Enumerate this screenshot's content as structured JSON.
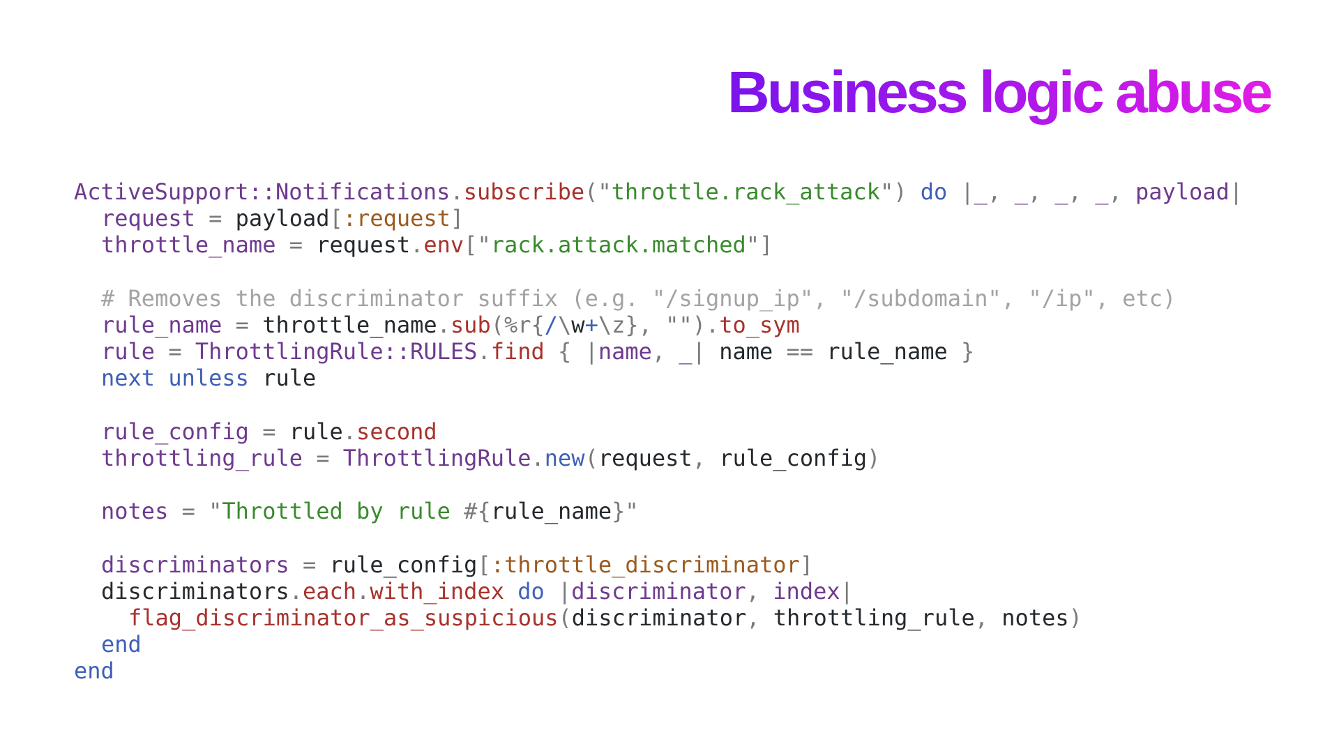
{
  "title": "Business logic abuse",
  "code": {
    "lines": [
      {
        "indent": 0,
        "tokens": [
          {
            "c": "var",
            "t": "ActiveSupport::Notifications"
          },
          {
            "c": "pun",
            "t": "."
          },
          {
            "c": "meth",
            "t": "subscribe"
          },
          {
            "c": "pun",
            "t": "("
          },
          {
            "c": "pun",
            "t": "\""
          },
          {
            "c": "str",
            "t": "throttle.rack_attack"
          },
          {
            "c": "pun",
            "t": "\")"
          },
          {
            "c": "txt",
            "t": " "
          },
          {
            "c": "kw",
            "t": "do"
          },
          {
            "c": "txt",
            "t": " "
          },
          {
            "c": "pun",
            "t": "|"
          },
          {
            "c": "var",
            "t": "_"
          },
          {
            "c": "pun",
            "t": ", "
          },
          {
            "c": "var",
            "t": "_"
          },
          {
            "c": "pun",
            "t": ", "
          },
          {
            "c": "var",
            "t": "_"
          },
          {
            "c": "pun",
            "t": ", "
          },
          {
            "c": "var",
            "t": "_"
          },
          {
            "c": "pun",
            "t": ", "
          },
          {
            "c": "var",
            "t": "payload"
          },
          {
            "c": "pun",
            "t": "|"
          }
        ]
      },
      {
        "indent": 1,
        "tokens": [
          {
            "c": "var",
            "t": "request"
          },
          {
            "c": "pun",
            "t": " = "
          },
          {
            "c": "txt",
            "t": "payload"
          },
          {
            "c": "pun",
            "t": "["
          },
          {
            "c": "sym",
            "t": ":request"
          },
          {
            "c": "pun",
            "t": "]"
          }
        ]
      },
      {
        "indent": 1,
        "tokens": [
          {
            "c": "var",
            "t": "throttle_name"
          },
          {
            "c": "pun",
            "t": " = "
          },
          {
            "c": "txt",
            "t": "request"
          },
          {
            "c": "pun",
            "t": "."
          },
          {
            "c": "meth",
            "t": "env"
          },
          {
            "c": "pun",
            "t": "[\""
          },
          {
            "c": "str",
            "t": "rack.attack.matched"
          },
          {
            "c": "pun",
            "t": "\"]"
          }
        ]
      },
      {
        "indent": 1,
        "tokens": []
      },
      {
        "indent": 1,
        "tokens": [
          {
            "c": "cmt",
            "t": "# Removes the discriminator suffix (e.g. \"/signup_ip\", \"/subdomain\", \"/ip\", etc)"
          }
        ]
      },
      {
        "indent": 1,
        "tokens": [
          {
            "c": "var",
            "t": "rule_name"
          },
          {
            "c": "pun",
            "t": " = "
          },
          {
            "c": "txt",
            "t": "throttle_name"
          },
          {
            "c": "pun",
            "t": "."
          },
          {
            "c": "meth",
            "t": "sub"
          },
          {
            "c": "pun",
            "t": "(%r{"
          },
          {
            "c": "kw",
            "t": "/"
          },
          {
            "c": "pun",
            "t": "\\"
          },
          {
            "c": "txt",
            "t": "w"
          },
          {
            "c": "kw",
            "t": "+"
          },
          {
            "c": "pun",
            "t": "\\z}, \"\")"
          },
          {
            "c": "pun",
            "t": "."
          },
          {
            "c": "meth",
            "t": "to_sym"
          }
        ]
      },
      {
        "indent": 1,
        "tokens": [
          {
            "c": "var",
            "t": "rule"
          },
          {
            "c": "pun",
            "t": " = "
          },
          {
            "c": "var",
            "t": "ThrottlingRule::RULES"
          },
          {
            "c": "pun",
            "t": "."
          },
          {
            "c": "meth",
            "t": "find"
          },
          {
            "c": "pun",
            "t": " { |"
          },
          {
            "c": "var",
            "t": "name"
          },
          {
            "c": "pun",
            "t": ", "
          },
          {
            "c": "var",
            "t": "_"
          },
          {
            "c": "pun",
            "t": "| "
          },
          {
            "c": "txt",
            "t": "name"
          },
          {
            "c": "pun",
            "t": " == "
          },
          {
            "c": "txt",
            "t": "rule_name"
          },
          {
            "c": "pun",
            "t": " }"
          }
        ]
      },
      {
        "indent": 1,
        "tokens": [
          {
            "c": "kw",
            "t": "next unless"
          },
          {
            "c": "txt",
            "t": " rule"
          }
        ]
      },
      {
        "indent": 1,
        "tokens": []
      },
      {
        "indent": 1,
        "tokens": [
          {
            "c": "var",
            "t": "rule_config"
          },
          {
            "c": "pun",
            "t": " = "
          },
          {
            "c": "txt",
            "t": "rule"
          },
          {
            "c": "pun",
            "t": "."
          },
          {
            "c": "meth",
            "t": "second"
          }
        ]
      },
      {
        "indent": 1,
        "tokens": [
          {
            "c": "var",
            "t": "throttling_rule"
          },
          {
            "c": "pun",
            "t": " = "
          },
          {
            "c": "var",
            "t": "ThrottlingRule"
          },
          {
            "c": "pun",
            "t": "."
          },
          {
            "c": "kw",
            "t": "new"
          },
          {
            "c": "pun",
            "t": "("
          },
          {
            "c": "txt",
            "t": "request"
          },
          {
            "c": "pun",
            "t": ", "
          },
          {
            "c": "txt",
            "t": "rule_config"
          },
          {
            "c": "pun",
            "t": ")"
          }
        ]
      },
      {
        "indent": 1,
        "tokens": []
      },
      {
        "indent": 1,
        "tokens": [
          {
            "c": "var",
            "t": "notes"
          },
          {
            "c": "pun",
            "t": " = \""
          },
          {
            "c": "str",
            "t": "Throttled by rule "
          },
          {
            "c": "pun",
            "t": "#{"
          },
          {
            "c": "txt",
            "t": "rule_name"
          },
          {
            "c": "pun",
            "t": "}\""
          }
        ]
      },
      {
        "indent": 1,
        "tokens": []
      },
      {
        "indent": 1,
        "tokens": [
          {
            "c": "var",
            "t": "discriminators"
          },
          {
            "c": "pun",
            "t": " = "
          },
          {
            "c": "txt",
            "t": "rule_config"
          },
          {
            "c": "pun",
            "t": "["
          },
          {
            "c": "sym",
            "t": ":throttle_discriminator"
          },
          {
            "c": "pun",
            "t": "]"
          }
        ]
      },
      {
        "indent": 1,
        "tokens": [
          {
            "c": "txt",
            "t": "discriminators"
          },
          {
            "c": "pun",
            "t": "."
          },
          {
            "c": "meth",
            "t": "each"
          },
          {
            "c": "pun",
            "t": "."
          },
          {
            "c": "meth",
            "t": "with_index"
          },
          {
            "c": "txt",
            "t": " "
          },
          {
            "c": "kw",
            "t": "do"
          },
          {
            "c": "pun",
            "t": " |"
          },
          {
            "c": "var",
            "t": "discriminator"
          },
          {
            "c": "pun",
            "t": ", "
          },
          {
            "c": "var",
            "t": "index"
          },
          {
            "c": "pun",
            "t": "|"
          }
        ]
      },
      {
        "indent": 2,
        "tokens": [
          {
            "c": "meth",
            "t": "flag_discriminator_as_suspicious"
          },
          {
            "c": "pun",
            "t": "("
          },
          {
            "c": "txt",
            "t": "discriminator"
          },
          {
            "c": "pun",
            "t": ", "
          },
          {
            "c": "txt",
            "t": "throttling_rule"
          },
          {
            "c": "pun",
            "t": ", "
          },
          {
            "c": "txt",
            "t": "notes"
          },
          {
            "c": "pun",
            "t": ")"
          }
        ]
      },
      {
        "indent": 1,
        "tokens": [
          {
            "c": "kw",
            "t": "end"
          }
        ]
      },
      {
        "indent": 0,
        "tokens": [
          {
            "c": "kw",
            "t": "end"
          }
        ]
      }
    ]
  }
}
